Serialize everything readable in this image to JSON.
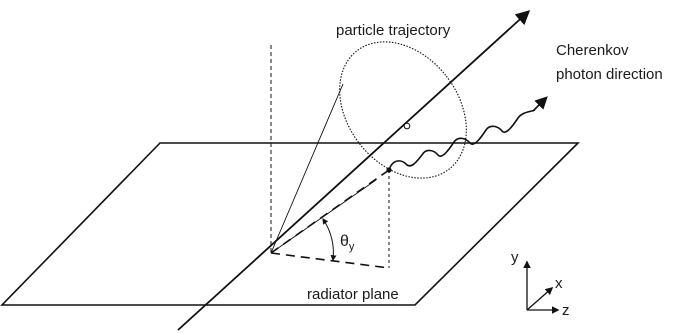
{
  "labels": {
    "particle_trajectory": "particle trajectory",
    "cherenkov_line1": "Cherenkov",
    "cherenkov_line2": "photon direction",
    "radiator_plane": "radiator plane",
    "theta_symbol": "θ",
    "theta_subscript": "y",
    "axis_y": "y",
    "axis_x": "x",
    "axis_z": "z"
  },
  "colors": {
    "stroke": "#111111",
    "background": "#ffffff"
  }
}
